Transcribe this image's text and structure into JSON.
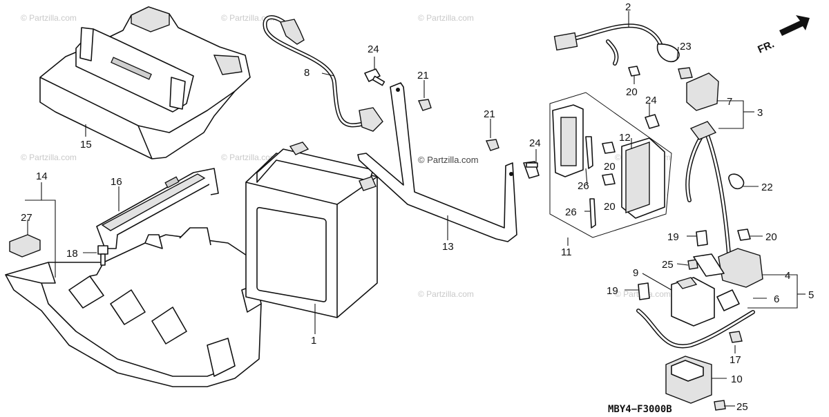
{
  "diagram": {
    "code": "MBY4−F3000B",
    "direction_label": "FR.",
    "watermark": "© Partzilla.com",
    "callouts": [
      "1",
      "2",
      "3",
      "4",
      "5",
      "6",
      "7",
      "8",
      "9",
      "10",
      "11",
      "12",
      "13",
      "14",
      "15",
      "16",
      "17",
      "18",
      "19",
      "19",
      "20",
      "20",
      "20",
      "20",
      "20",
      "21",
      "21",
      "22",
      "23",
      "24",
      "24",
      "24",
      "25",
      "25",
      "26",
      "26",
      "27"
    ]
  }
}
